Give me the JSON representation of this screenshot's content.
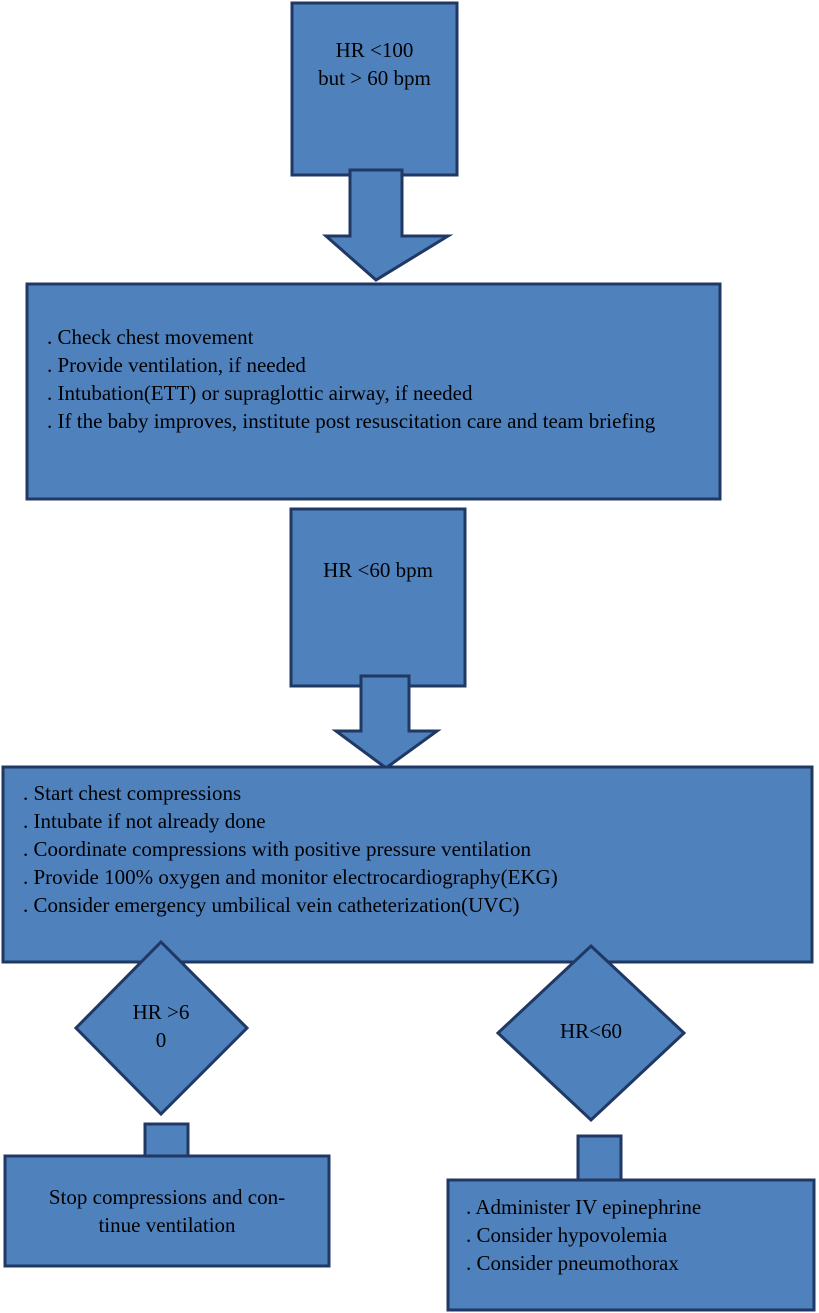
{
  "colors": {
    "fill": "#4f81bd",
    "stroke": "#1f3864",
    "text": "#000000"
  },
  "nodes": {
    "hr_100": {
      "lines": [
        "HR <100",
        "but > 60 bpm"
      ]
    },
    "ventilation_steps": {
      "items": [
        ". Check chest movement",
        ". Provide ventilation, if needed",
        ". Intubation(ETT) or supraglottic airway, if needed"
      ],
      "last_item": ". If the baby improves, institute post resuscitation care and team briefing"
    },
    "hr_60_box": {
      "label": "HR <60 bpm"
    },
    "compression_steps": {
      "items": [
        ". Start chest compressions",
        ". Intubate if not already done",
        ". Coordinate compressions with positive pressure ventilation",
        ". Provide 100% oxygen and monitor electrocardiography(EKG)",
        ". Consider emergency umbilical vein catheterization(UVC)"
      ]
    },
    "decision_hr_above_60": {
      "lines": [
        "HR >6",
        "0"
      ]
    },
    "decision_hr_below_60": {
      "label": "HR<60"
    },
    "stop_compressions": {
      "lines": [
        "Stop compressions and con-",
        "tinue ventilation"
      ]
    },
    "epinephrine_steps": {
      "items": [
        ". Administer IV epinephrine",
        ". Consider hypovolemia",
        ". Consider pneumothorax"
      ]
    }
  }
}
